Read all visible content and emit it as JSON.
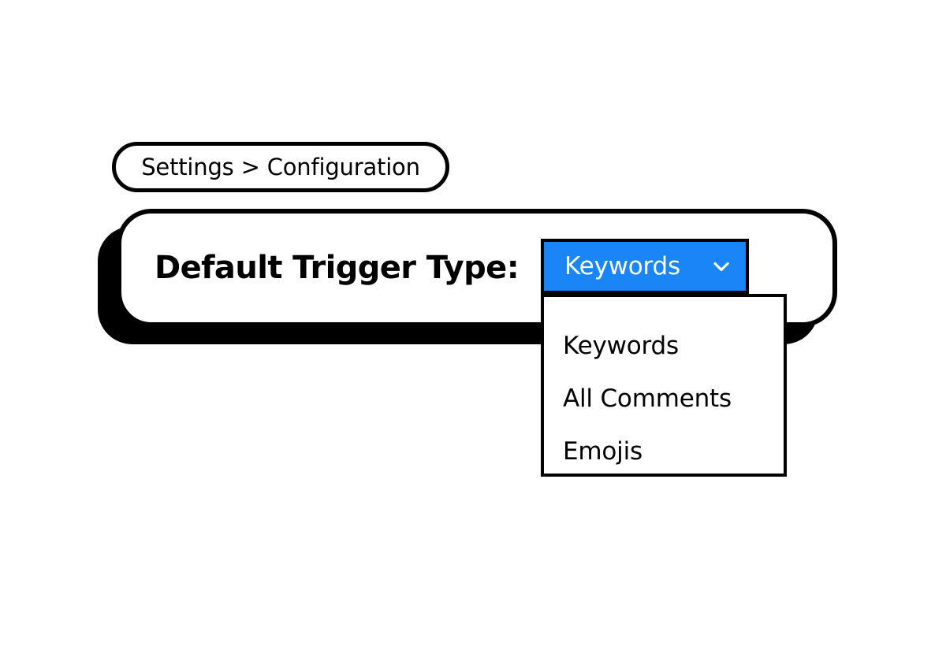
{
  "page": {
    "background_color": "#ffffff",
    "accent_color": "#1a85f7",
    "outline_color": "#000000"
  },
  "breadcrumb": {
    "text": "Settings > Configuration"
  },
  "card": {
    "label": "Default Trigger Type:"
  },
  "select": {
    "name": "default-trigger-type",
    "selected_value": "Keywords",
    "expanded": true,
    "chevron_icon": "chevron-down-icon",
    "options": [
      {
        "label": "Keywords"
      },
      {
        "label": "All Comments"
      },
      {
        "label": "Emojis"
      }
    ]
  }
}
